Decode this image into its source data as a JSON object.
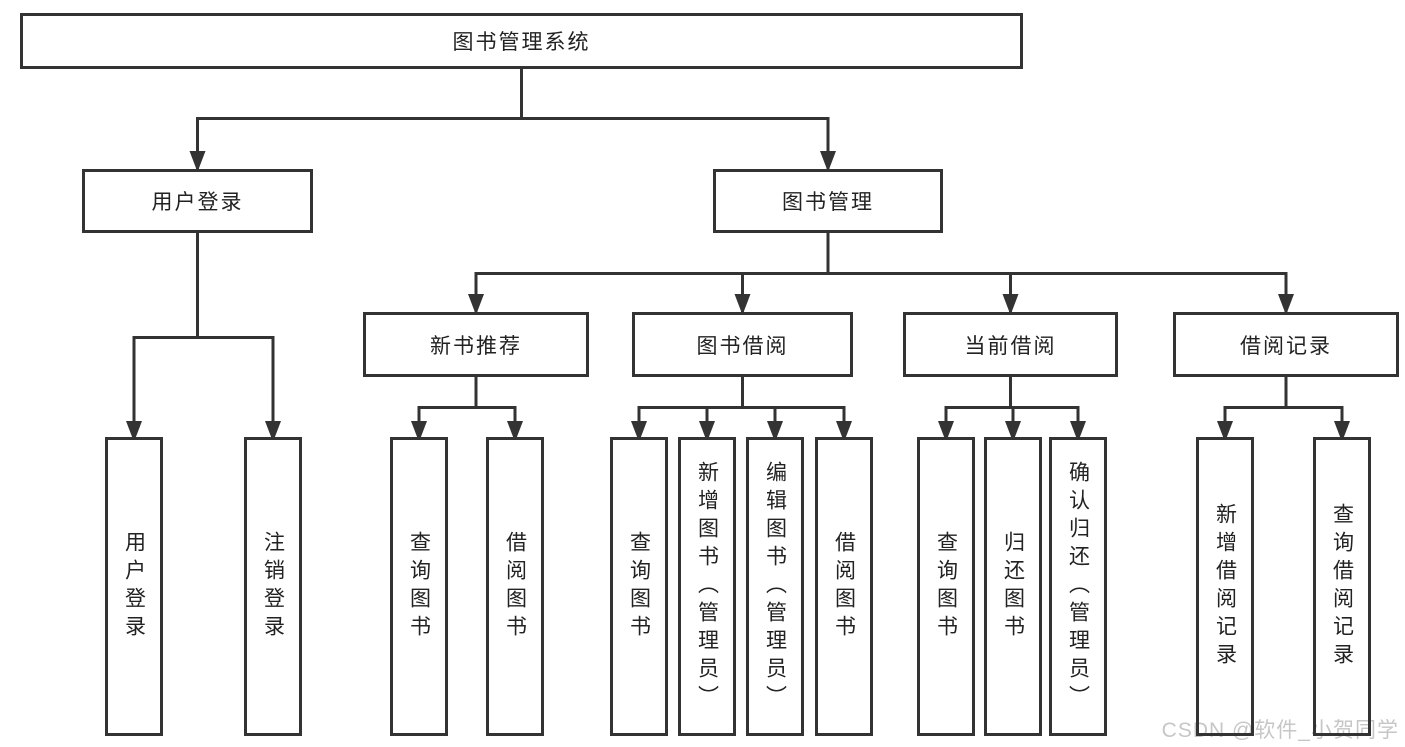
{
  "diagram": {
    "type": "hierarchy-tree",
    "nodes": {
      "root": "图书管理系统",
      "user_login": "用户登录",
      "book_mgmt": "图书管理",
      "new_book_rec": "新书推荐",
      "book_borrow": "图书借阅",
      "current_borrow": "当前借阅",
      "borrow_record": "借阅记录",
      "ul_login": "用户登录",
      "ul_logout": "注销登录",
      "nr_query": "查询图书",
      "nr_borrow": "借阅图书",
      "bb_query": "查询图书",
      "bb_add": "新增图书（管理员）",
      "bb_edit": "编辑图书（管理员）",
      "bb_borrow": "借阅图书",
      "cb_query": "查询图书",
      "cb_return": "归还图书",
      "cb_confirm": "确认归还（管理员）",
      "br_add": "新增借阅记录",
      "br_query": "查询借阅记录"
    },
    "edges": [
      [
        "root",
        "user_login"
      ],
      [
        "root",
        "book_mgmt"
      ],
      [
        "user_login",
        "ul_login"
      ],
      [
        "user_login",
        "ul_logout"
      ],
      [
        "book_mgmt",
        "new_book_rec"
      ],
      [
        "book_mgmt",
        "book_borrow"
      ],
      [
        "book_mgmt",
        "current_borrow"
      ],
      [
        "book_mgmt",
        "borrow_record"
      ],
      [
        "new_book_rec",
        "nr_query"
      ],
      [
        "new_book_rec",
        "nr_borrow"
      ],
      [
        "book_borrow",
        "bb_query"
      ],
      [
        "book_borrow",
        "bb_add"
      ],
      [
        "book_borrow",
        "bb_edit"
      ],
      [
        "book_borrow",
        "bb_borrow"
      ],
      [
        "current_borrow",
        "cb_query"
      ],
      [
        "current_borrow",
        "cb_return"
      ],
      [
        "current_borrow",
        "cb_confirm"
      ],
      [
        "borrow_record",
        "br_add"
      ],
      [
        "borrow_record",
        "br_query"
      ]
    ],
    "colors": {
      "border": "#333333",
      "line": "#333333",
      "text": "#222222",
      "background": "#ffffff",
      "watermark": "#c6c6c6"
    }
  },
  "watermark": "CSDN @软件_小贺同学"
}
